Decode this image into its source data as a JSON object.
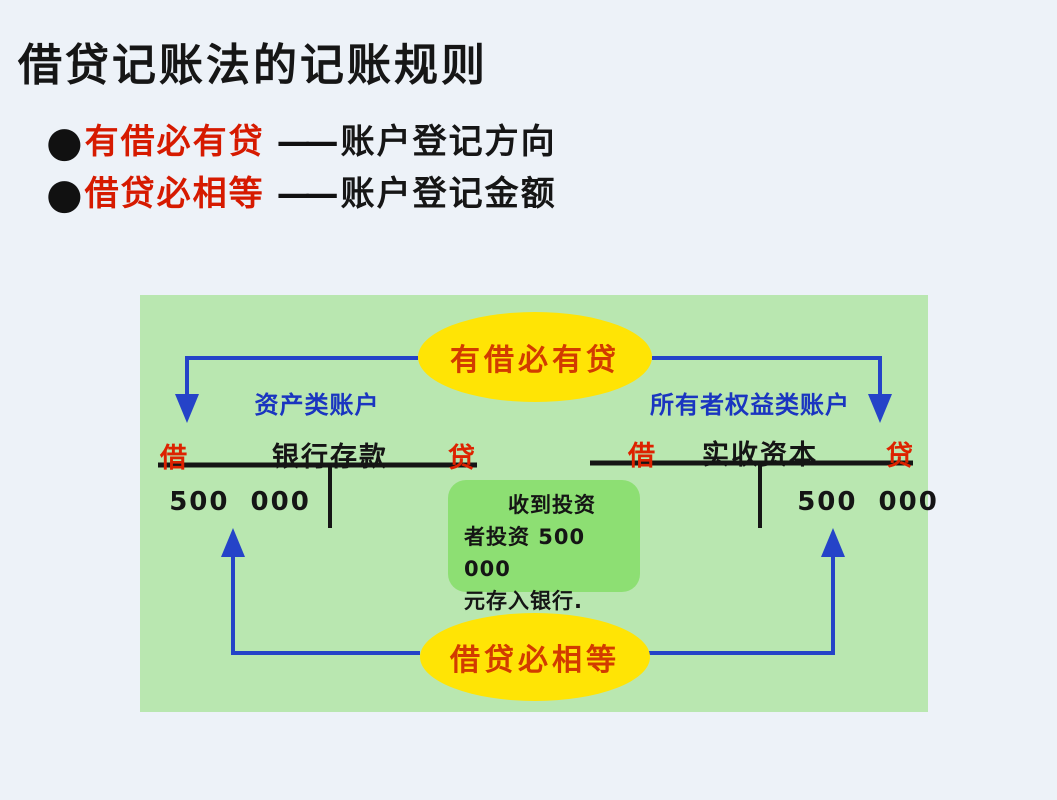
{
  "slide": {
    "title": "借贷记账法的记账规则",
    "rules": [
      {
        "bullet": "●",
        "keyword": "有借必有贷",
        "dash": "——",
        "description": "账户登记方向"
      },
      {
        "bullet": "●",
        "keyword": "借贷必相等",
        "dash": "——",
        "description": "账户登记金额"
      }
    ]
  },
  "diagram": {
    "top_rule": "有借必有贷",
    "bottom_rule": "借贷必相等",
    "left_account": {
      "category": "资产类账户",
      "debit_label": "借",
      "title": "银行存款",
      "credit_label": "贷",
      "debit_amount": "500 000"
    },
    "right_account": {
      "category": "所有者权益类账户",
      "debit_label": "借",
      "title": "实收资本",
      "credit_label": "贷",
      "credit_amount": "500 000"
    },
    "transaction_note": {
      "line1": "收到投资",
      "line2": "者投资 500 000",
      "line3": "元存入银行."
    },
    "colors": {
      "page_bg": "#edf2f8",
      "panel_bg": "#b9e7b0",
      "note_bg": "#8ddf73",
      "ellipse_bg": "#ffe405",
      "ellipse_text": "#d23b00",
      "arrow_blue": "#2543c8",
      "category_blue": "#1a35c0",
      "debit_credit_red": "#dd2200",
      "keyword_red": "#d61a00",
      "line_black": "#151515"
    }
  }
}
